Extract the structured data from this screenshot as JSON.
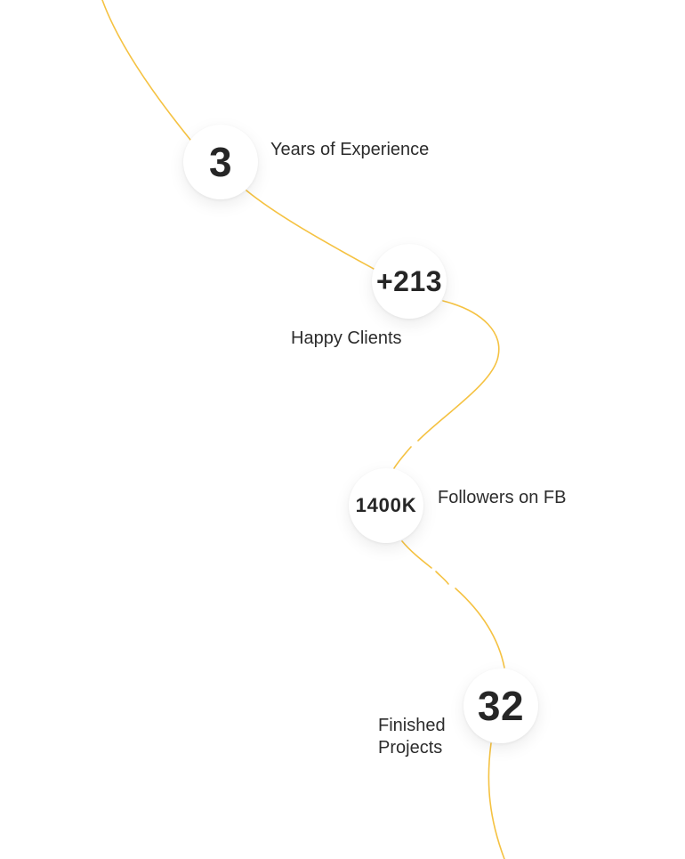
{
  "theme": {
    "accent": "#f5c242",
    "text": "#262626",
    "background": "#ffffff"
  },
  "stats": [
    {
      "value": "3",
      "label": "Years of Experience"
    },
    {
      "value": "+213",
      "label": "Happy Clients"
    },
    {
      "value": "1400K",
      "label": "Followers on FB"
    },
    {
      "value": "32",
      "label": "Finished Projects"
    }
  ]
}
